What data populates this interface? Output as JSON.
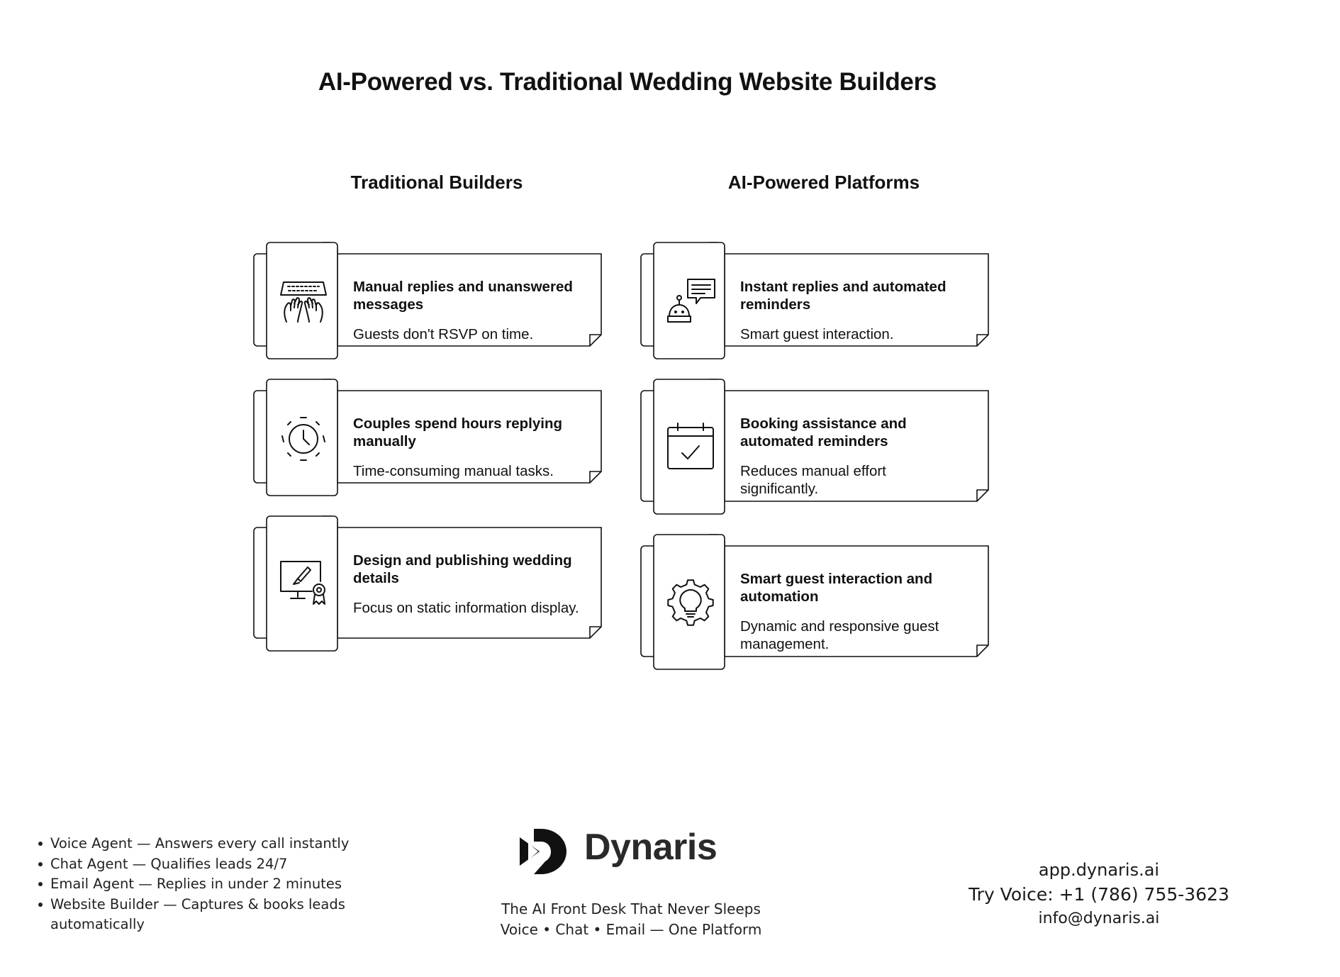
{
  "title": "AI-Powered vs. Traditional Wedding Website Builders",
  "columns": [
    {
      "heading": "Traditional Builders",
      "cards": [
        {
          "icon": "keyboard-hands-icon",
          "heading": "Manual replies and unanswered messages",
          "description": "Guests don't RSVP on time."
        },
        {
          "icon": "clock-icon",
          "heading": "Couples spend hours replying manually",
          "description": "Time-consuming manual tasks."
        },
        {
          "icon": "design-monitor-icon",
          "heading": "Design and publishing wedding details",
          "description": "Focus on static information display."
        }
      ]
    },
    {
      "heading": "AI-Powered Platforms",
      "cards": [
        {
          "icon": "chatbot-icon",
          "heading": "Instant replies and automated reminders",
          "description": "Smart guest interaction."
        },
        {
          "icon": "calendar-check-icon",
          "heading": "Booking assistance and automated reminders",
          "description": "Reduces manual effort significantly."
        },
        {
          "icon": "gear-lightbulb-icon",
          "heading": "Smart guest interaction and automation",
          "description": "Dynamic and responsive guest management."
        }
      ]
    }
  ],
  "footer": {
    "features": [
      "Voice Agent — Answers every call instantly",
      "Chat Agent — Qualifies leads 24/7",
      "Email Agent — Replies in under 2 minutes",
      " Website Builder — Captures & books leads automatically"
    ],
    "brand": {
      "name": "Dynaris",
      "logo_icon": "dynaris-logo-icon"
    },
    "tagline_1": "The AI Front Desk That Never Sleeps",
    "tagline_2": "Voice • Chat • Email — One Platform",
    "contact": {
      "website": "app.dynaris.ai",
      "voice": "Try Voice: +1 (786) 755-3623",
      "email": "info@dynaris.ai"
    }
  },
  "colors": {
    "ink": "#111111",
    "card_fill": "#ffffff",
    "background": "#ffffff"
  }
}
